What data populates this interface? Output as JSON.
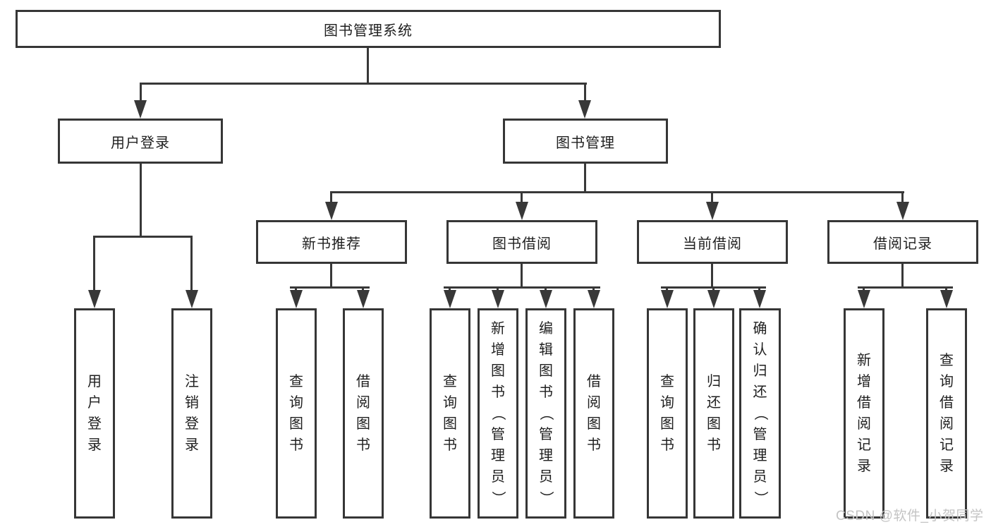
{
  "diagram": {
    "title": "图书管理系统",
    "level2": [
      {
        "label": "用户登录"
      },
      {
        "label": "图书管理"
      }
    ],
    "level3": [
      {
        "label": "新书推荐"
      },
      {
        "label": "图书借阅"
      },
      {
        "label": "当前借阅"
      },
      {
        "label": "借阅记录"
      }
    ],
    "level4": [
      {
        "label": "用户登录"
      },
      {
        "label": "注销登录"
      },
      {
        "label": "查询图书"
      },
      {
        "label": "借阅图书"
      },
      {
        "label": "查询图书"
      },
      {
        "label": "新增图书（管理员）"
      },
      {
        "label": "编辑图书（管理员）"
      },
      {
        "label": "借阅图书"
      },
      {
        "label": "查询图书"
      },
      {
        "label": "归还图书"
      },
      {
        "label": "确认归还（管理员）"
      },
      {
        "label": "新增借阅记录"
      },
      {
        "label": "查询借阅记录"
      }
    ]
  },
  "watermark": "CSDN @软件_小贺同学",
  "colors": {
    "line": "#383838",
    "border": "#363636",
    "text": "#1f1f1f",
    "watermark": "#c4c4c4",
    "background": "#ffffff"
  }
}
